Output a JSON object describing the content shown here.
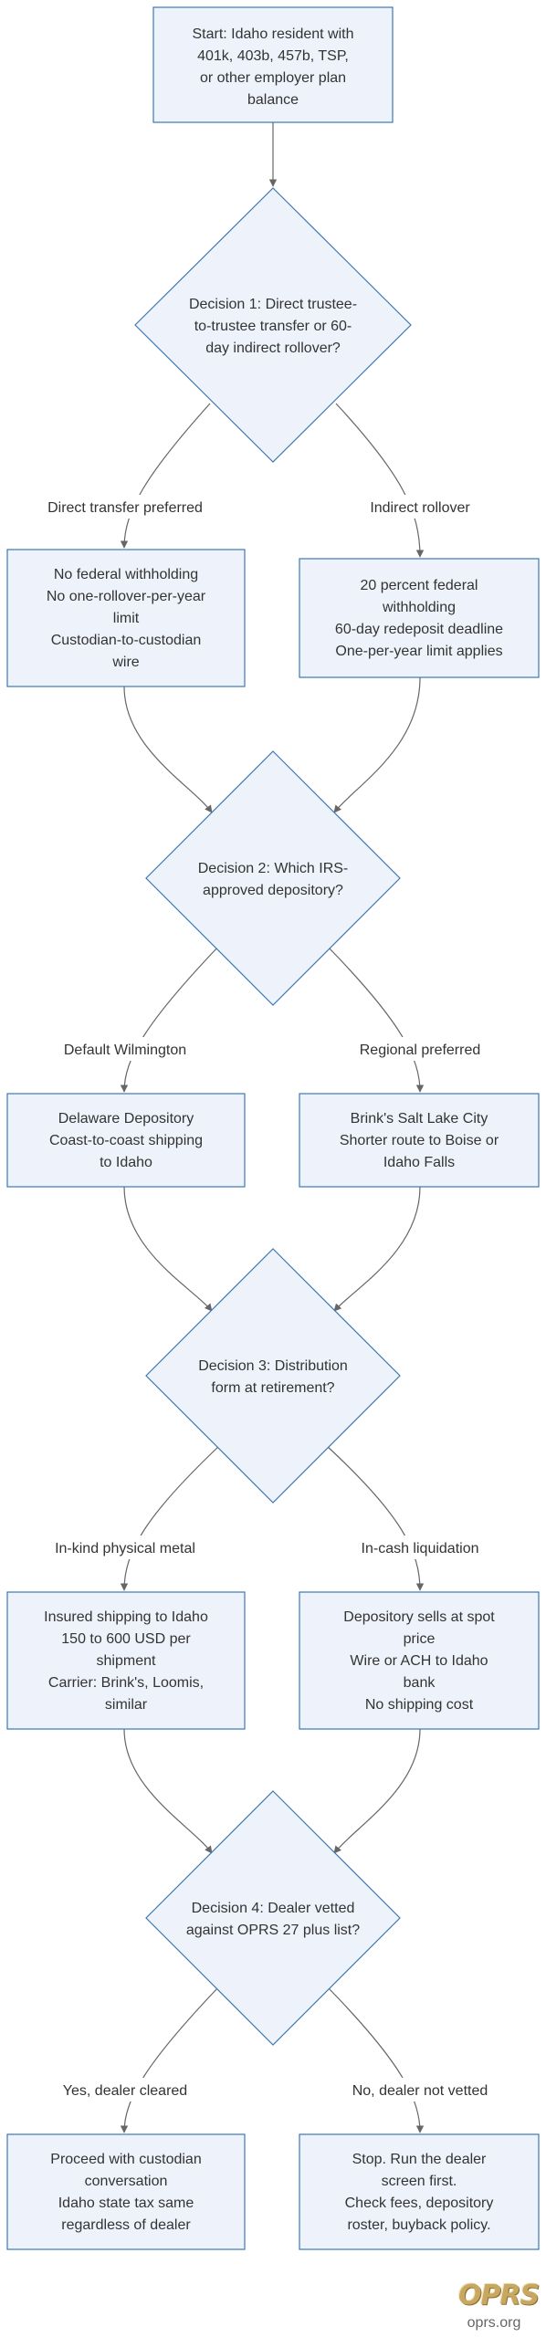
{
  "nodes": {
    "start": [
      "Start: Idaho resident with",
      "401k, 403b, 457b, TSP,",
      "or other employer plan",
      "balance"
    ],
    "decision1": [
      "Decision 1: Direct trustee-",
      "to-trustee transfer or 60-",
      "day indirect rollover?"
    ],
    "direct_transfer": [
      "No federal withholding",
      "No one-rollover-per-year",
      "limit",
      "Custodian-to-custodian",
      "wire"
    ],
    "indirect_rollover": [
      "20 percent federal",
      "withholding",
      "60-day redeposit deadline",
      "One-per-year limit applies"
    ],
    "decision2": [
      "Decision 2: Which IRS-",
      "approved depository?"
    ],
    "delaware": [
      "Delaware Depository",
      "Coast-to-coast shipping",
      "to Idaho"
    ],
    "brinks_slc": [
      "Brink's Salt Lake City",
      "Shorter route to Boise or",
      "Idaho Falls"
    ],
    "decision3": [
      "Decision 3: Distribution",
      "form at retirement?"
    ],
    "in_kind": [
      "Insured shipping to Idaho",
      "150 to 600 USD per",
      "shipment",
      "Carrier: Brink's, Loomis,",
      "similar"
    ],
    "in_cash": [
      "Depository sells at spot",
      "price",
      "Wire or ACH to Idaho",
      "bank",
      "No shipping cost"
    ],
    "decision4": [
      "Decision 4: Dealer vetted",
      "against OPRS 27 plus list?"
    ],
    "proceed": [
      "Proceed with custodian",
      "conversation",
      "Idaho state tax same",
      "regardless of dealer"
    ],
    "stop": [
      "Stop. Run the dealer",
      "screen first.",
      "Check fees, depository",
      "roster, buyback policy."
    ]
  },
  "edge_labels": {
    "d1_left": "Direct transfer preferred",
    "d1_right": "Indirect rollover",
    "d2_left": "Default Wilmington",
    "d2_right": "Regional preferred",
    "d3_left": "In-kind physical metal",
    "d3_right": "In-cash liquidation",
    "d4_left": "Yes, dealer cleared",
    "d4_right": "No, dealer not vetted"
  },
  "brand": {
    "logo_text": "OPRS",
    "url": "oprs.org"
  },
  "colors": {
    "node_fill": "#eef3fb",
    "node_stroke": "#3d78b3",
    "edge": "#666666",
    "brand_gold": "#c8a860"
  }
}
